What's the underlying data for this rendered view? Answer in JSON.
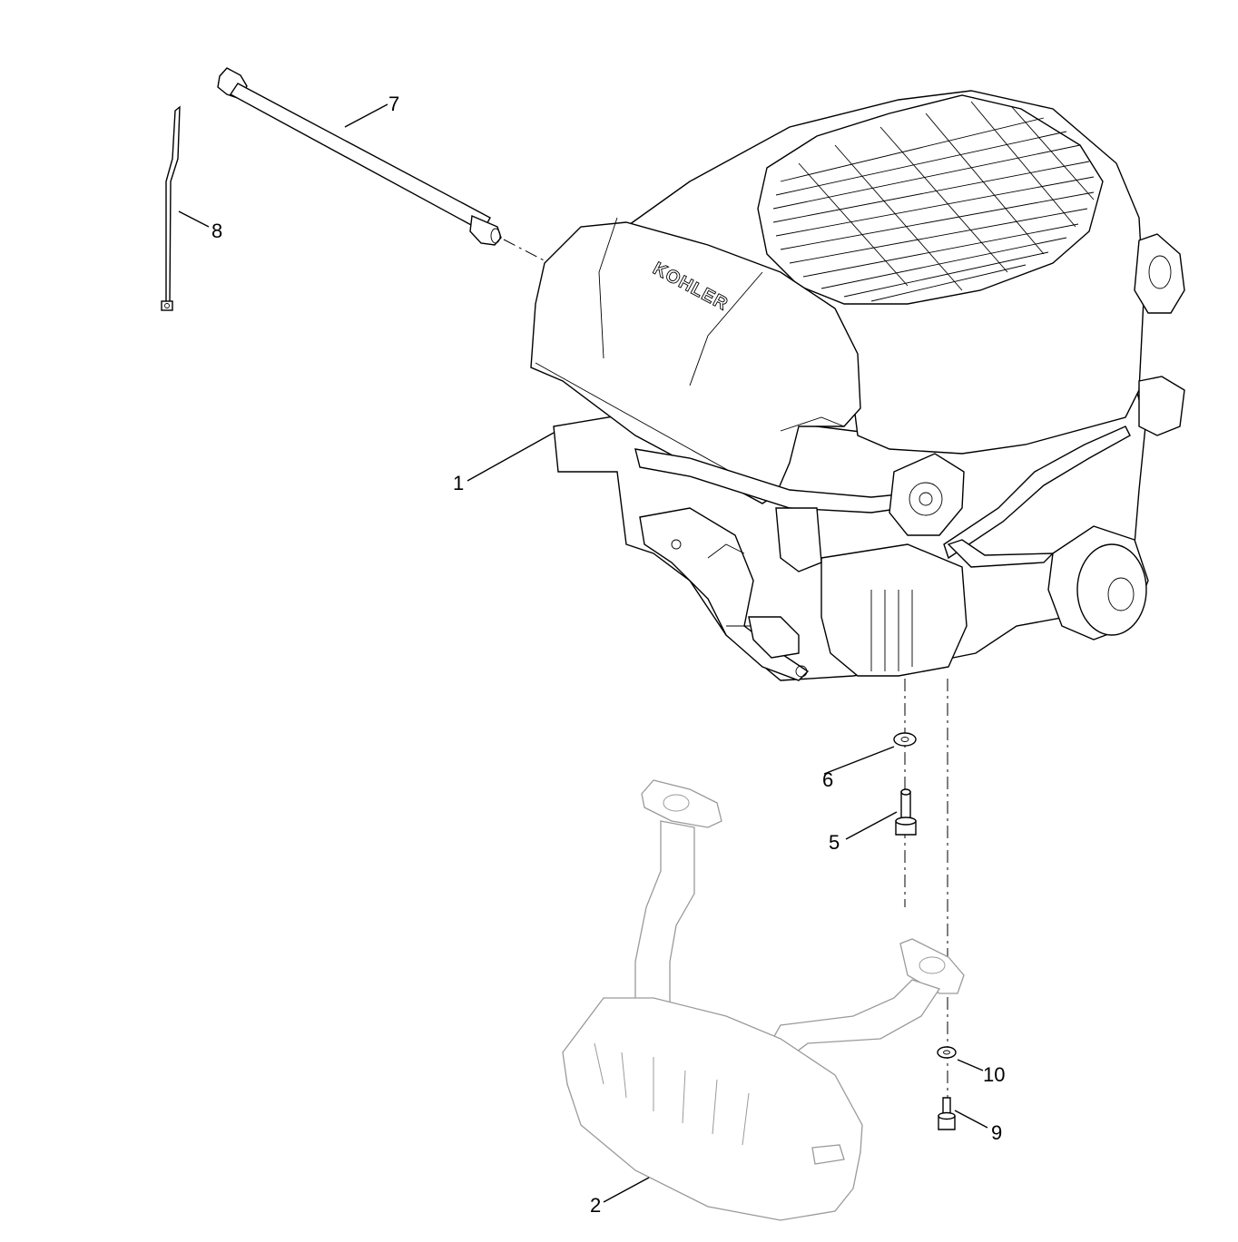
{
  "diagram": {
    "brand_logo": "KOHLER",
    "callouts": [
      {
        "id": "c1",
        "label": "1",
        "part": "engine"
      },
      {
        "id": "c2",
        "label": "2",
        "part": "muffler"
      },
      {
        "id": "c5",
        "label": "5",
        "part": "bolt"
      },
      {
        "id": "c6",
        "label": "6",
        "part": "washer"
      },
      {
        "id": "c7",
        "label": "7",
        "part": "dipstick-tube"
      },
      {
        "id": "c8",
        "label": "8",
        "part": "cable-tie"
      },
      {
        "id": "c9",
        "label": "9",
        "part": "bolt-small"
      },
      {
        "id": "c10",
        "label": "10",
        "part": "washer-small"
      }
    ]
  }
}
